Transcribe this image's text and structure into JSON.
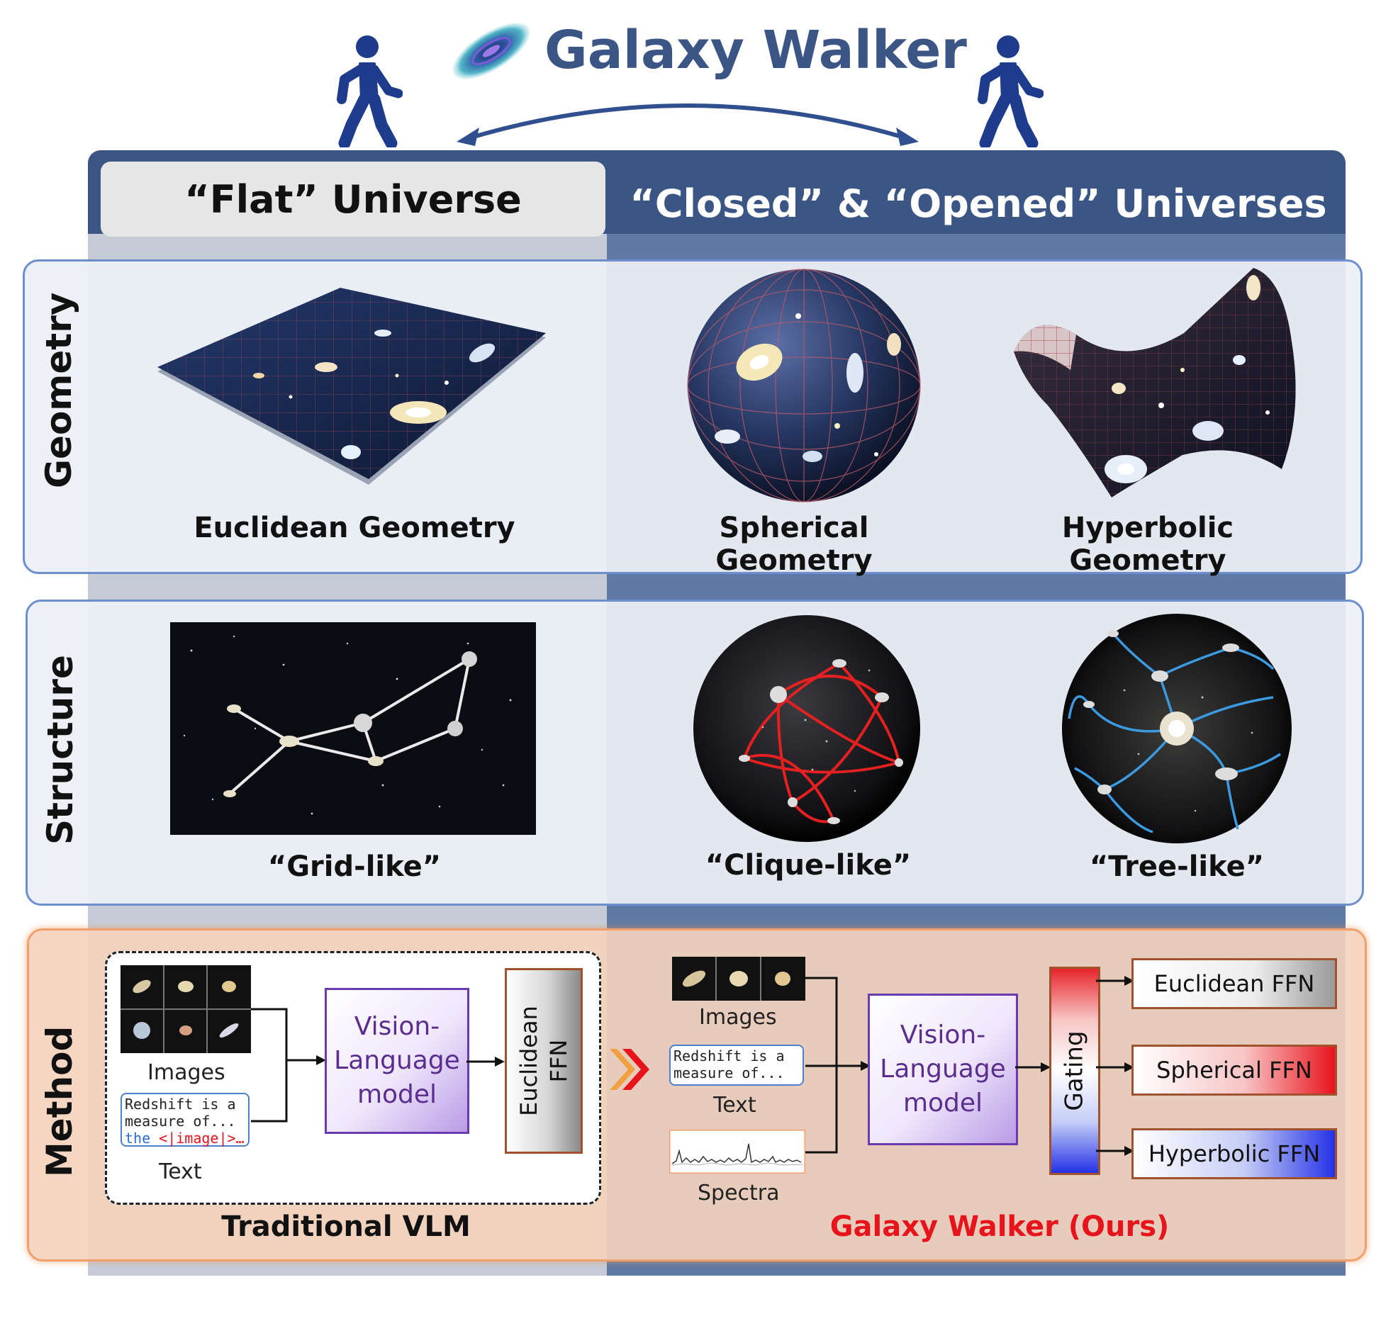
{
  "header": {
    "title": "Galaxy Walker"
  },
  "columns": {
    "flat": "“Flat” Universe",
    "curved": "“Closed” & “Opened” Universes"
  },
  "rows": {
    "geometry": {
      "label": "Geometry",
      "items": [
        "Euclidean Geometry",
        "Spherical Geometry",
        "Hyperbolic Geometry"
      ]
    },
    "structure": {
      "label": "Structure",
      "items": [
        "“Grid-like”",
        "“Clique-like”",
        "“Tree-like”"
      ]
    },
    "method": {
      "label": "Method"
    }
  },
  "traditional": {
    "images_label": "Images",
    "text_label": "Text",
    "text_line1": "Redshift is a",
    "text_line2": "measure  of...",
    "text_line3a": "the ",
    "text_line3b": "<|image|>…",
    "vlm": [
      "Vision-",
      "Language",
      "model"
    ],
    "ffn": "Euclidean FFN",
    "caption": "Traditional VLM"
  },
  "ours": {
    "images_label": "Images",
    "text_label": "Text",
    "spectra_label": "Spectra",
    "text_line1": "Redshift  is  a",
    "text_line2": "measure of...",
    "vlm": [
      "Vision-",
      "Language",
      "model"
    ],
    "gating": "Gating",
    "ffns": [
      "Euclidean FFN",
      "Spherical FFN",
      "Hyperbolic FFN"
    ],
    "caption": "Galaxy Walker (Ours)"
  },
  "colors": {
    "navy": "#3b5585",
    "method_bg": "#f4d3bd",
    "ours_red": "#e8141c",
    "edge": "#6d8fd0"
  }
}
